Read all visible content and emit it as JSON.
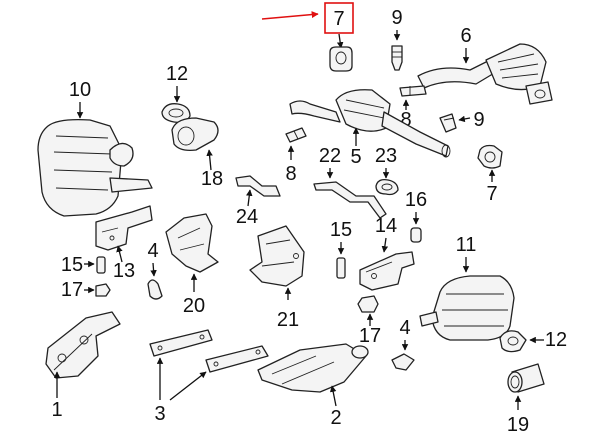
{
  "diagram": {
    "highlight_color": "#e01010",
    "line_color": "#111111",
    "callouts": {
      "c1": "1",
      "c2": "2",
      "c3": "3",
      "c4a": "4",
      "c4b": "4",
      "c5": "5",
      "c6": "6",
      "c7top": "7",
      "c7b": "7",
      "c8a": "8",
      "c8b": "8",
      "c9a": "9",
      "c9b": "9",
      "c10": "10",
      "c11": "11",
      "c12a": "12",
      "c12b": "12",
      "c13": "13",
      "c14": "14",
      "c15a": "15",
      "c15b": "15",
      "c16": "16",
      "c17a": "17",
      "c17b": "17",
      "c18": "18",
      "c19": "19",
      "c20": "20",
      "c21": "21",
      "c22": "22",
      "c23": "23",
      "c24": "24"
    }
  }
}
